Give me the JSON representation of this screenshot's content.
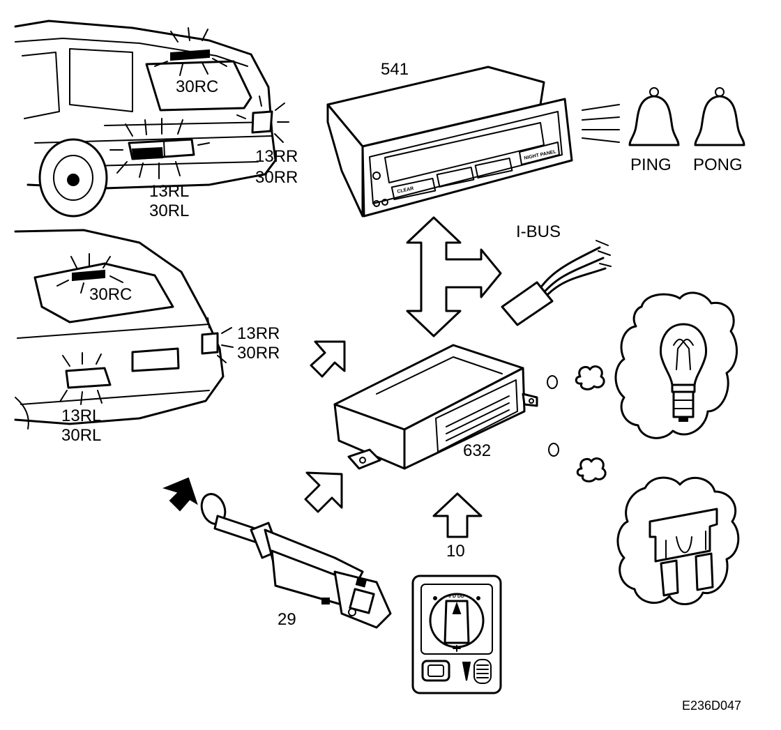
{
  "figure_code": "E236D047",
  "labels": {
    "main_display": "541",
    "control_unit": "632",
    "light_switch": "10",
    "brake_switch": "29",
    "ibus": "I-BUS",
    "ping": "PING",
    "pong": "PONG"
  },
  "wagon": {
    "center_lamp": "30RC",
    "right_lamp_1": "13RR",
    "right_lamp_2": "30RR",
    "left_lamp_1": "13RL",
    "left_lamp_2": "30RL"
  },
  "sedan": {
    "center_lamp": "30RC",
    "right_lamp_1": "13RR",
    "right_lamp_2": "30RR",
    "left_lamp_1": "13RL",
    "left_lamp_2": "30RL"
  },
  "display_buttons": {
    "clear": "CLEAR",
    "night_panel": "NIGHT PANEL"
  },
  "icons": [
    "station-wagon",
    "sedan",
    "display-unit",
    "bell-icon",
    "bell-icon",
    "double-arrow-icon",
    "connector-plug",
    "control-unit",
    "bulb-icon",
    "fuse-icon",
    "brake-switch",
    "light-switch-knob",
    "hollow-arrow-icon",
    "solid-arrow-icon"
  ]
}
